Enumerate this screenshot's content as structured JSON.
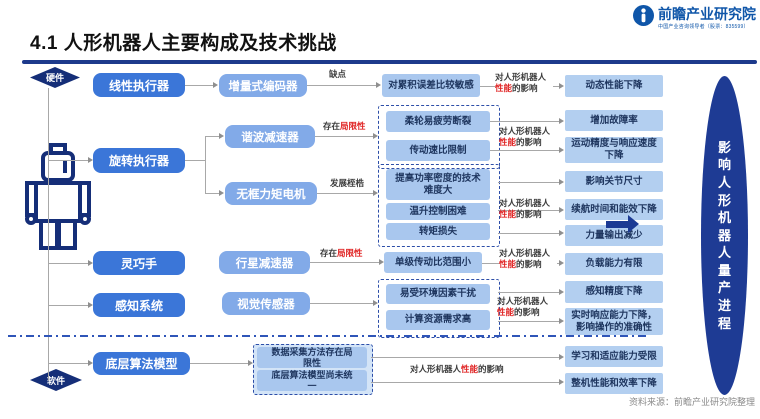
{
  "header": {
    "title": "4.1 人形机器人主要构成及技术挑战",
    "logo_name": "前瞻产业研究院",
    "logo_tagline": "中国产业咨询领导者（股票：835599）"
  },
  "diamonds": {
    "hardware": "硬件",
    "software": "软件"
  },
  "level1": {
    "linear": "线性执行器",
    "rotary": "旋转执行器",
    "hand": "灵巧手",
    "perception": "感知系统",
    "algorithm": "底层算法模型"
  },
  "level2": {
    "encoder": "增量式编码器",
    "harmonic": "谐波减速器",
    "torque_motor": "无框力矩电机",
    "planetary": "行星减速器",
    "vision": "视觉传感器"
  },
  "edge": {
    "drawback": "缺点",
    "exists": "存在",
    "limitation": "局限性",
    "shackles": "发展桎梏",
    "impact_pre": "对人形机器人",
    "impact_red": "性能",
    "impact_suf": "的影响"
  },
  "problems": {
    "encoder_issue": "对累积误差比较敏感",
    "harmonic_issues": [
      "柔轮易疲劳断裂",
      "传动速比限制"
    ],
    "motor_issues": [
      "提高功率密度的技术难度大",
      "温升控制困难",
      "转矩损失"
    ],
    "planetary_issue": "单级传动比范围小",
    "vision_issues": [
      "易受环境因素干扰",
      "计算资源需求高"
    ],
    "algorithm_issues": [
      "数据采集方法存在局限性",
      "底层算法模型尚未统一"
    ]
  },
  "results": {
    "r1": "动态性能下降",
    "r2": "增加故障率",
    "r3": "运动精度与响应速度下降",
    "r4": "影响关节尺寸",
    "r5": "续航时间和能效下降",
    "r6": "力量输出减少",
    "r7": "负载能力有限",
    "r8": "感知精度下降",
    "r9": "实时响应能力下降，影响操作的准确性",
    "r10": "学习和适应能力受限",
    "r11": "整机性能和效率下降"
  },
  "capsule_text": "影响人形机器人量产进程",
  "footer": {
    "source": "资料来源：前瞻产业研究院整理"
  },
  "colors": {
    "navy": "#152e78",
    "primary_blue": "#3b76d8",
    "mid_blue": "#82aae8",
    "light_blue": "#a9c7ee",
    "capsule_blue": "#1e3b94",
    "red": "#e02424"
  }
}
